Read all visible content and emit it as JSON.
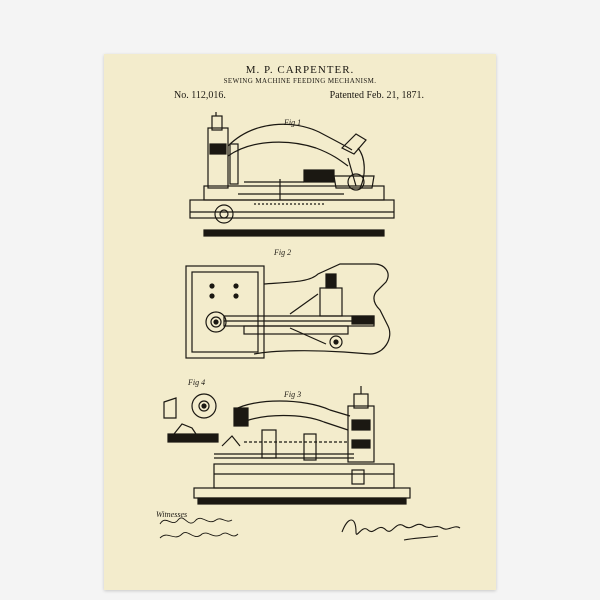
{
  "header": {
    "inventor": "M. P. CARPENTER.",
    "title": "SEWING MACHINE FEEDING MECHANISM.",
    "number": "No. 112,016.",
    "date": "Patented Feb. 21, 1871."
  },
  "figures": [
    {
      "label": "Fig 1"
    },
    {
      "label": "Fig 2"
    },
    {
      "label": "Fig 3"
    },
    {
      "label": "Fig 4"
    }
  ],
  "footer": {
    "witnesses_label": "Witnesses"
  },
  "colors": {
    "paper": "#f3eccc",
    "ink": "#1b1812",
    "background": "#f4f4f4"
  }
}
